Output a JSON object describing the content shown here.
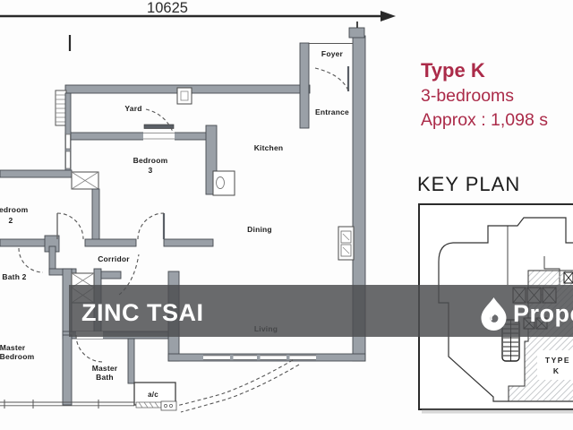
{
  "dimension": {
    "width_label": "10625"
  },
  "unit_info": {
    "title": "Type K",
    "bedrooms": "3-bedrooms",
    "area": "Approx : 1,098 s"
  },
  "key_plan": {
    "heading": "KEY PLAN",
    "unit_line1": "TYPE",
    "unit_line2": "K"
  },
  "watermark": {
    "agent": "ZINC TSAI",
    "brand": "Prope"
  },
  "rooms": {
    "foyer": {
      "label": "Foyer"
    },
    "entrance": {
      "label": "Entrance"
    },
    "yard": {
      "label": "Yard"
    },
    "kitchen": {
      "label": "Kitchen"
    },
    "bedroom3": {
      "label": "Bedroom",
      "number": "3"
    },
    "bedroom2": {
      "label": "Bedroom",
      "number": "2"
    },
    "bath2": {
      "label": "Bath 2"
    },
    "corridor": {
      "label": "Corridor"
    },
    "dining": {
      "label": "Dining"
    },
    "living": {
      "label": "Living"
    },
    "master_bedroom": {
      "label": "Master",
      "label2": "Bedroom"
    },
    "master_bath": {
      "label": "Master",
      "label2": "Bath"
    },
    "ac": {
      "label": "a/c"
    }
  },
  "colors": {
    "accent": "#ab2b49",
    "watermark_band": "#4c4d50",
    "wall_fill": "#9aa0a7"
  }
}
